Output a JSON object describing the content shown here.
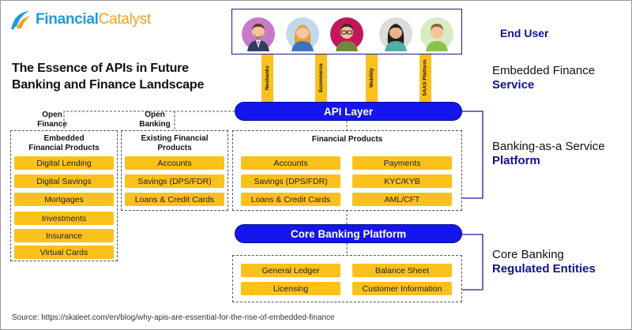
{
  "logo": {
    "part1": "Financial",
    "part2": "Catalyst"
  },
  "title": {
    "line1": "The Essence of APIs in Future",
    "line2": "Banking and Finance Landscape"
  },
  "end_user": {
    "label": "End User",
    "avatars": [
      "businessman",
      "woman-blonde",
      "man-glasses",
      "woman-dark-hair",
      "man-light-hair"
    ]
  },
  "service_channels": [
    "Neobanks",
    "Ecommerce",
    "Mobility",
    "SAAS Platform"
  ],
  "api_layer": "API Layer",
  "core_banking_platform": "Core Banking Platform",
  "open_finance": {
    "line1": "Open",
    "line2": "Finance"
  },
  "open_banking": {
    "line1": "Open",
    "line2": "Banking"
  },
  "embedded_products": {
    "title_line1": "Embedded",
    "title_line2": "Financial Products",
    "items": [
      "Digital Lending",
      "Digital Savings",
      "Mortgages",
      "Investments",
      "Insurance",
      "Virtual Cards"
    ]
  },
  "existing_products": {
    "title_line1": "Existing Financial",
    "title_line2": "Products",
    "items": [
      "Accounts",
      "Savings (DPS/FDR)",
      "Loans & Credit Cards"
    ]
  },
  "financial_products": {
    "title": "Financial Products",
    "left": [
      "Accounts",
      "Savings (DPS/FDR)",
      "Loans & Credit Cards"
    ],
    "right": [
      "Payments",
      "KYC/KYB",
      "AML/CFT"
    ]
  },
  "core_entities": {
    "left": [
      "General Ledger",
      "Licensing"
    ],
    "right": [
      "Balance Sheet",
      "Customer Information"
    ]
  },
  "right_labels": {
    "embedded": {
      "line1": "Embedded Finance",
      "line2": "Service"
    },
    "baas": {
      "line1": "Banking-as-a Service",
      "line2": "Platform"
    },
    "core": {
      "line1": "Core Banking",
      "line2": "Regulated Entities"
    }
  },
  "source": "Source: https://skaleet.com/en/blog/why-apis-are-essential-for-the-rise-of-embedded-finance",
  "colors": {
    "chip": "#fbc11b",
    "pill": "#1515ee",
    "navy": "#11118f",
    "logo_blue": "#1f9ad6",
    "logo_orange": "#f0a31c"
  }
}
